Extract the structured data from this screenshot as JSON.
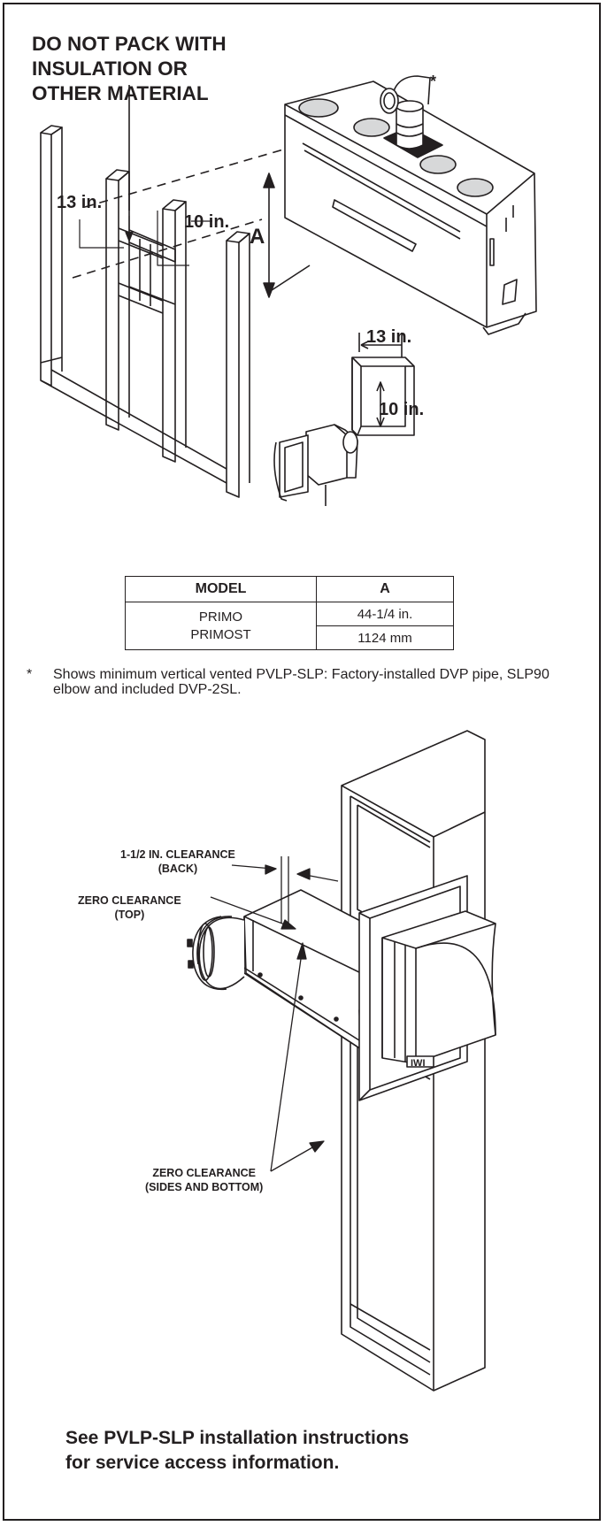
{
  "warning": {
    "line1": "DO NOT PACK WITH",
    "line2": "INSULATION OR",
    "line3": "OTHER MATERIAL"
  },
  "framing_diagram": {
    "asterisk": "*",
    "dim_13": "13 in.",
    "dim_10": "10 in.",
    "dim_a": "A",
    "opening_width": "13 in.",
    "opening_height": "10 in."
  },
  "spec_table": {
    "headers": [
      "MODEL",
      "A"
    ],
    "model_line1": "PRIMO",
    "model_line2": "PRIMOST",
    "a_in": "44-1/4 in.",
    "a_mm": "1124 mm"
  },
  "note": {
    "marker": "*",
    "text": "Shows minimum vertical vented PVLP-SLP:  Factory-installed DVP pipe, SLP90 elbow and included DVP-2SL."
  },
  "clearance_diagram": {
    "back_line1": "1-1/2 IN. CLEARANCE",
    "back_line2": "(BACK)",
    "top_line1": "ZERO CLEARANCE",
    "top_line2": "(TOP)",
    "sides_line1": "ZERO CLEARANCE",
    "sides_line2": "(SIDES AND BOTTOM)"
  },
  "footer": {
    "line1": "See PVLP-SLP installation instructions",
    "line2": "for service access information."
  },
  "colors": {
    "ink": "#231f20",
    "fill_gray": "#d7d8d9",
    "paper": "#ffffff"
  }
}
